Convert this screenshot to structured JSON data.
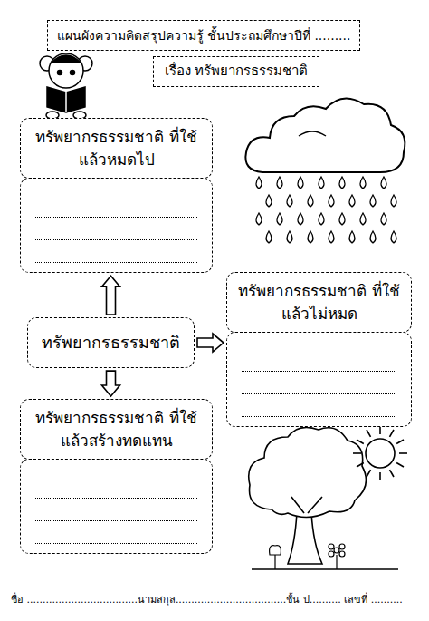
{
  "diagram": {
    "nodes": [
      {
        "text": [
          "แผนผังความคิดสรุปความรู้ ชั้นประถมศึกษาปีที่ ........."
        ]
      },
      {
        "text": [
          "เรื่อง ทรัพยากรธรรมชาติ"
        ]
      },
      {
        "text": [
          "ทรัพยากรธรรมชาติ ที่ใช้แล้วหมดไป"
        ]
      },
      {
        "text": [
          "ทรัพยากรธรรมชาติ ที่ใช้แล้วไม่หมด"
        ]
      },
      {
        "text": [
          "ทรัพยากรธรรมชาติ"
        ]
      },
      {
        "text": [
          "ทรัพยากรธรรมชาติ ที่ใช้แล้วสร้างทดแทน"
        ]
      }
    ],
    "edges": [
      {
        "from": 4,
        "to": 2,
        "arrow": "to"
      },
      {
        "from": 4,
        "to": 3,
        "arrow": "to"
      },
      {
        "from": 4,
        "to": 5,
        "arrow": "to"
      }
    ],
    "labels": [
      "ชื่อ ...................................นามสกุล...................................ชั้น ป.......... เลขที่ .........."
    ]
  }
}
